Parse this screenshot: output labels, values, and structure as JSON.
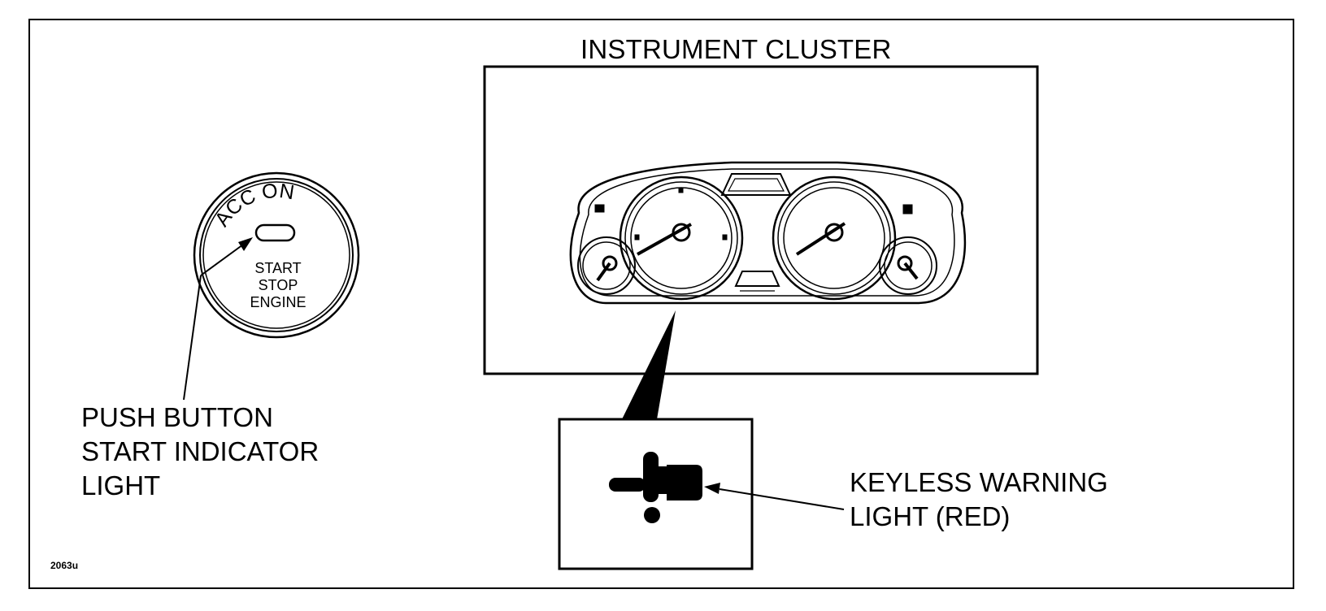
{
  "labels": {
    "cluster_title": "INSTRUMENT CLUSTER",
    "push_button_label": [
      "PUSH BUTTON",
      "START INDICATOR",
      "LIGHT"
    ],
    "keyless_label": [
      "KEYLESS WARNING",
      "LIGHT (RED)"
    ],
    "button_ring_text": "ACC ON",
    "button_center_text": [
      "START",
      "STOP",
      "ENGINE"
    ],
    "figure_code": "2063u"
  },
  "colors": {
    "line": "#000000",
    "background": "#ffffff"
  }
}
